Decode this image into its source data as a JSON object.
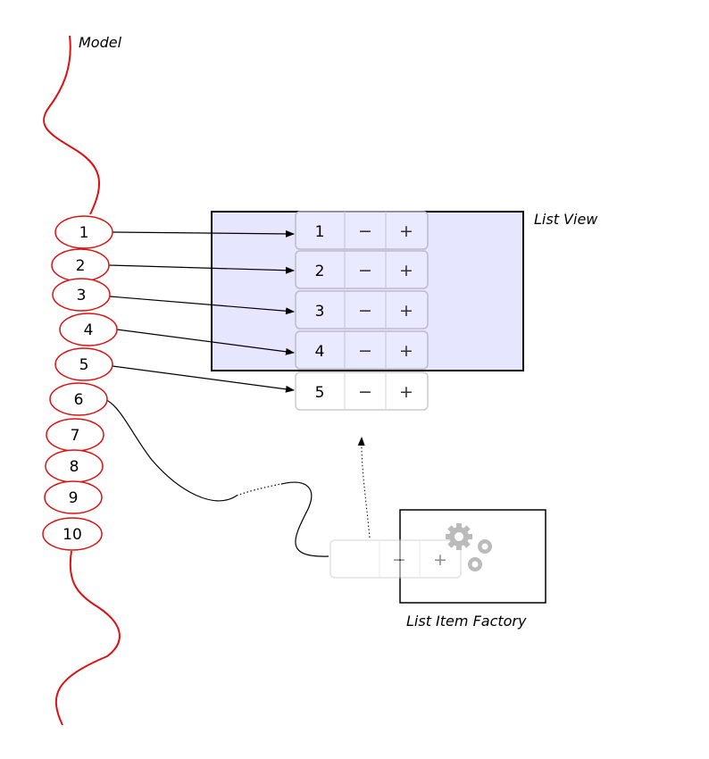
{
  "labels": {
    "model": "Model",
    "list_view": "List View",
    "factory": "List Item Factory"
  },
  "model_items": [
    "1",
    "2",
    "3",
    "4",
    "5",
    "6",
    "7",
    "8",
    "9",
    "10"
  ],
  "list_rows": [
    {
      "label": "1",
      "minus": "−",
      "plus": "+"
    },
    {
      "label": "2",
      "minus": "−",
      "plus": "+"
    },
    {
      "label": "3",
      "minus": "−",
      "plus": "+"
    },
    {
      "label": "4",
      "minus": "−",
      "plus": "+"
    },
    {
      "label": "5",
      "minus": "−",
      "plus": "+"
    }
  ],
  "factory_row": {
    "minus": "−",
    "plus": "+"
  },
  "icons": {
    "factory": "gears-icon"
  },
  "colors": {
    "model_curve": "#dd1111",
    "model_node_stroke": "#dd1111",
    "list_view_fill": "#e6e6ff",
    "list_view_stroke": "#000000",
    "row_stroke": "#cccccc",
    "gear": "#bbbbbb"
  }
}
